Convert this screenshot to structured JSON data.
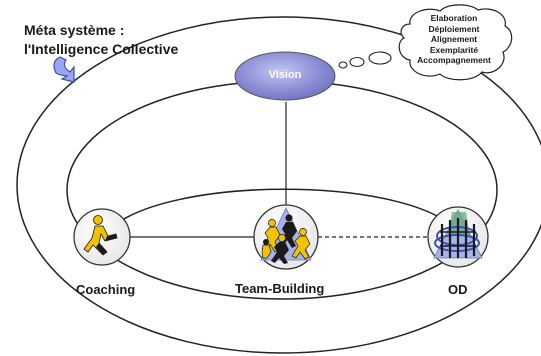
{
  "title": {
    "line1": "Méta système :",
    "line2": "l'Intelligence Collective"
  },
  "vision": {
    "label": "Vision"
  },
  "thought_bubble": {
    "items": [
      "Elaboration",
      "Déploiement",
      "Alignement",
      "Exemplarité",
      "Accompagnement"
    ]
  },
  "nodes": {
    "coaching": {
      "label": "Coaching",
      "icon": "single-runner-icon"
    },
    "team_building": {
      "label": "Team-Building",
      "icon": "group-runners-icon"
    },
    "od": {
      "label": "OD",
      "icon": "organization-network-icon"
    }
  },
  "colors": {
    "vision_fill": "#8c8fd6",
    "figure_yellow": "#f2c200",
    "figure_dark": "#1a1a1a",
    "accent_blue": "#3a4fb8",
    "triangle_fill": "#a9b2e6"
  }
}
